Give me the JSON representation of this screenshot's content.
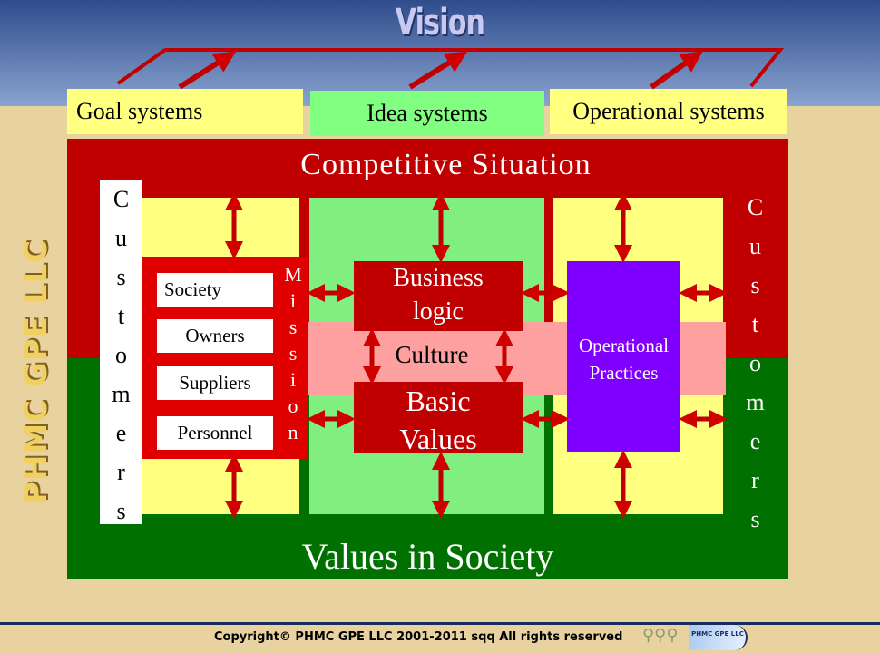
{
  "vision": "Vision",
  "systems": [
    "Goal systems",
    "Idea systems",
    "Operational systems"
  ],
  "competitive": "Competitive Situation",
  "values_society": "Values in Society",
  "customers_left": [
    "C",
    "u",
    "s",
    "t",
    "o",
    "m",
    "e",
    "r",
    "s"
  ],
  "customers_right": [
    "C",
    "u",
    "s",
    "t",
    "o",
    "m",
    "e",
    "r",
    "s"
  ],
  "stakeholders": [
    "Society",
    "Owners",
    "Suppliers",
    "Personnel"
  ],
  "mission": [
    "M",
    "i",
    "s",
    "s",
    "i",
    "o",
    "n"
  ],
  "business_logic": [
    "Business",
    "logic"
  ],
  "culture": "Culture",
  "basic_values": [
    "Basic",
    "Values"
  ],
  "operational_practices": [
    "Operational",
    "Practices"
  ],
  "side_brand": "PHMC GPE LLC",
  "copyright": "Copyright© PHMC GPE LLC 2001-2011 sqq  All rights reserved",
  "logo_text": "PHMC GPE LLC"
}
